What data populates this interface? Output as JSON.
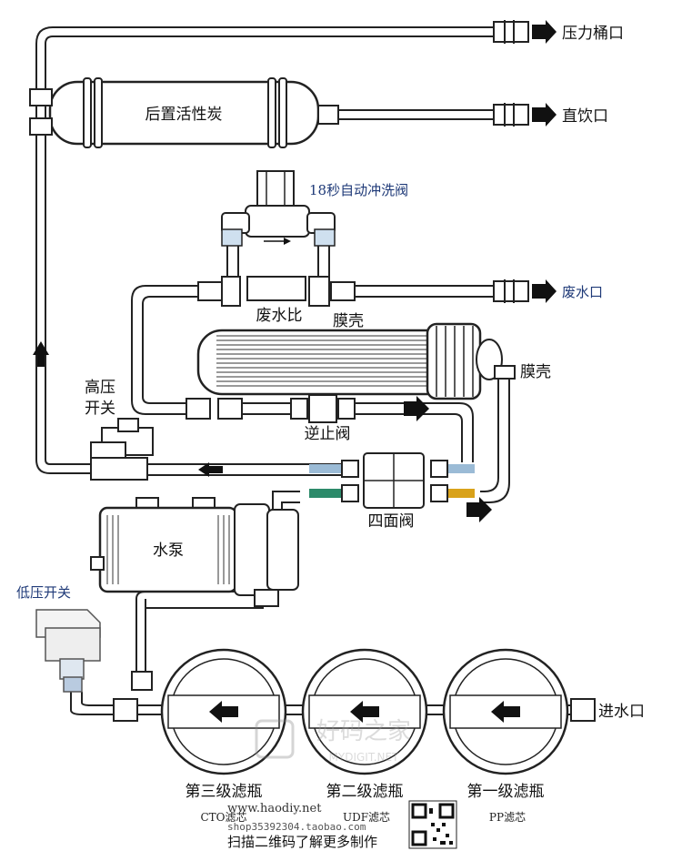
{
  "labels": {
    "pressure_tank_port": "压力桶口",
    "post_carbon": "后置活性炭",
    "drink_port": "直饮口",
    "flush_valve": "18秒自动冲洗阀",
    "waste_ratio": "废水比",
    "membrane_housing_top": "膜壳",
    "waste_port": "废水口",
    "membrane_housing_side": "膜壳",
    "high_pressure_switch_line1": "高压",
    "high_pressure_switch_line2": "开关",
    "check_valve": "逆止阀",
    "four_way_valve": "四面阀",
    "pump": "水泵",
    "low_pressure_switch": "低压开关",
    "inlet": "进水口",
    "stage3": "第三级滤瓶",
    "stage2": "第二级滤瓶",
    "stage1": "第一级滤瓶",
    "cto_core": "CTO滤芯",
    "udf_core": "UDF滤芯",
    "pp_core": "PP滤芯"
  },
  "watermark": {
    "site": "www.haodiy.net",
    "shop": "shop35392304.taobao.com",
    "scan_text": "扫描二维码了解更多制作",
    "center_mark": "好码之家",
    "center_mark_en": "MYDIGIT.NET"
  },
  "colors": {
    "line": "#222222",
    "label_blue": "#1f3a78",
    "tube_light_blue": "#9bbbd6",
    "tube_green": "#2c8a6a",
    "tube_yellow": "#d9a21a"
  }
}
